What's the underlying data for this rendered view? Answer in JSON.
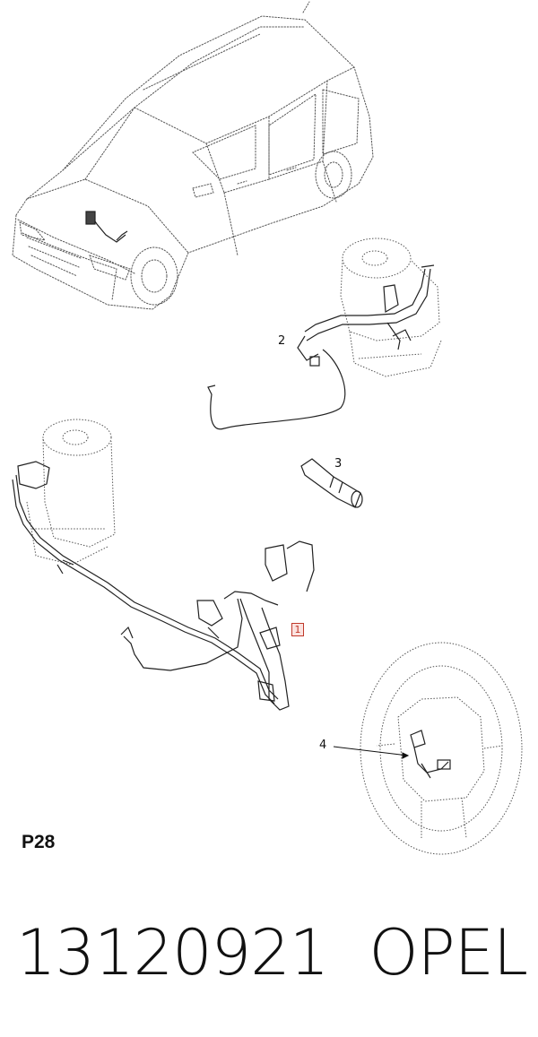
{
  "callouts": {
    "c1": "1",
    "c2": "2",
    "c3": "3",
    "c4": "4"
  },
  "page_ref": "P28",
  "footer": {
    "part_number": "13120921",
    "brand": "OPEL"
  },
  "colors": {
    "line": "#333333",
    "dotted": "#666666",
    "highlight_border": "#c0392b",
    "highlight_fill": "#fbe3e0"
  }
}
